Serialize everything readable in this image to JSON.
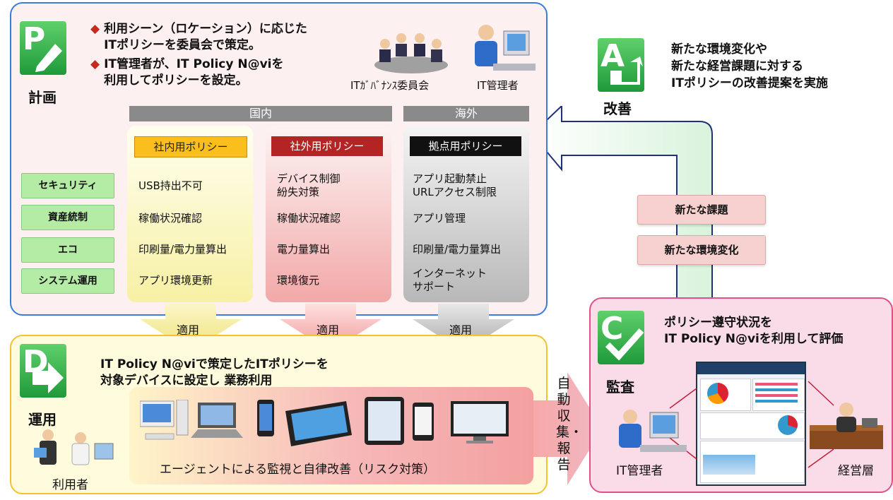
{
  "plan": {
    "label": "計画",
    "bullet1": "利用シーン（ロケーション）に応じた\nITポリシーを委員会で策定。",
    "bullet2": "IT管理者が、IT Policy N@viを\n利用してポリシーを設定。",
    "committee_label": "ITｶﾞﾊﾞﾅﾝｽ委員会",
    "admin_label": "IT管理者",
    "domestic": "国内",
    "overseas": "海外",
    "columns": [
      {
        "title": "社内用ポリシー",
        "cells": [
          "USB持出不可",
          "稼働状況確認",
          "印刷量/電力量算出",
          "アプリ環境更新"
        ]
      },
      {
        "title": "社外用ポリシー",
        "cells": [
          "デバイス制御\n紛失対策",
          "稼働状況確認",
          "電力量算出",
          "環境復元"
        ]
      },
      {
        "title": "拠点用ポリシー",
        "cells": [
          "アプリ起動禁止\nURLアクセス制限",
          "アプリ管理",
          "印刷量/電力量算出",
          "インターネット\nサポート"
        ]
      }
    ],
    "rows": [
      "セキュリティ",
      "資産統制",
      "エコ",
      "システム運用"
    ],
    "apply_label": "適用"
  },
  "do": {
    "label": "運用",
    "text": "IT Policy N@viで策定したITポリシーを\n対象デバイスに設定し 業務利用",
    "monitor": "エージェントによる監視と自律改善（リスク対策）",
    "user_label": "利用者"
  },
  "collect": "自動収集・報告",
  "check": {
    "label": "監査",
    "text": "ポリシー遵守状況を\nIT Policy N@viを利用して評価",
    "admin_label": "IT管理者",
    "mgmt_label": "経営層"
  },
  "act": {
    "label": "改善",
    "text": "新たな環境変化や\n新たな経営課題に対する\nITポリシーの改善提案を実施",
    "tag1": "新たな課題",
    "tag2": "新たな環境変化"
  },
  "colors": {
    "accent_blue": "#3a7be0",
    "badge_green": "#2aa845",
    "red": "#c8281e"
  }
}
